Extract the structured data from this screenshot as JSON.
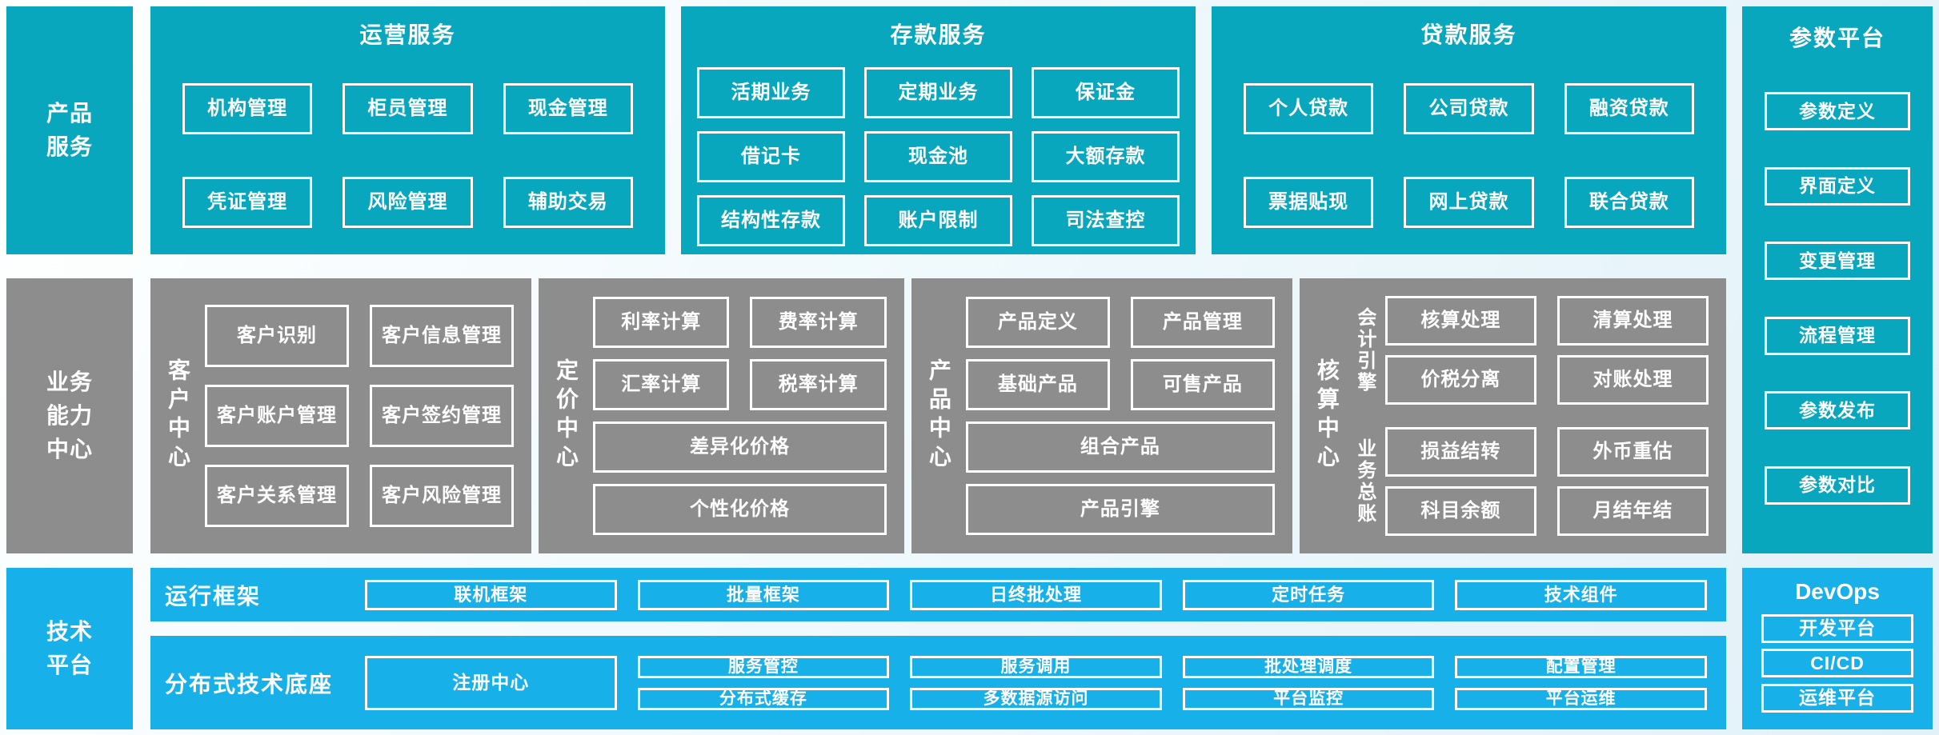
{
  "palette": {
    "teal": "#09a7bd",
    "gray": "#8d8d8d",
    "blue": "#18b0e8",
    "text_on_panel": "#ffffff"
  },
  "product_services": {
    "row_label": "产品服务",
    "operations": {
      "title": "运营服务",
      "items": [
        "机构管理",
        "柜员管理",
        "现金管理",
        "凭证管理",
        "风险管理",
        "辅助交易"
      ]
    },
    "deposit": {
      "title": "存款服务",
      "items": [
        "活期业务",
        "定期业务",
        "保证金",
        "借记卡",
        "现金池",
        "大额存款",
        "结构性存款",
        "账户限制",
        "司法查控"
      ]
    },
    "loan": {
      "title": "贷款服务",
      "items": [
        "个人贷款",
        "公司贷款",
        "融资贷款",
        "票据贴现",
        "网上贷款",
        "联合贷款"
      ]
    }
  },
  "parameter_platform": {
    "title": "参数平台",
    "items": [
      "参数定义",
      "界面定义",
      "变更管理",
      "流程管理",
      "参数发布",
      "参数对比"
    ]
  },
  "capability": {
    "row_label": "业务能力中心",
    "customer_center": {
      "label": "客户中心",
      "items": [
        "客户识别",
        "客户信息管理",
        "客户账户管理",
        "客户签约管理",
        "客户关系管理",
        "客户风险管理"
      ]
    },
    "pricing_center": {
      "label": "定价中心",
      "grid_items": [
        "利率计算",
        "费率计算",
        "汇率计算",
        "税率计算"
      ],
      "wide_items": [
        "差异化价格",
        "个性化价格"
      ]
    },
    "product_center": {
      "label": "产品中心",
      "grid_items": [
        "产品定义",
        "产品管理",
        "基础产品",
        "可售产品"
      ],
      "wide_items": [
        "组合产品",
        "产品引擎"
      ]
    },
    "accounting_center": {
      "label": "核算中心",
      "groups": [
        {
          "label": "会计引擎",
          "items": [
            "核算处理",
            "清算处理",
            "价税分离",
            "对账处理"
          ]
        },
        {
          "label": "业务总账",
          "items": [
            "损益结转",
            "外币重估",
            "科目余额",
            "月结年结"
          ]
        }
      ]
    }
  },
  "tech_platform": {
    "row_label": "技术平台",
    "runtime_framework": {
      "label": "运行框架",
      "items": [
        "联机框架",
        "批量框架",
        "日终批处理",
        "定时任务",
        "技术组件"
      ]
    },
    "distributed_base": {
      "label": "分布式技术底座",
      "registry": "注册中心",
      "row1": [
        "服务管控",
        "服务调用",
        "批处理调度",
        "配置管理"
      ],
      "row2": [
        "分布式缓存",
        "多数据源访问",
        "平台监控",
        "平台运维"
      ]
    }
  },
  "devops": {
    "title": "DevOps",
    "items": [
      "开发平台",
      "CI/CD",
      "运维平台"
    ]
  }
}
